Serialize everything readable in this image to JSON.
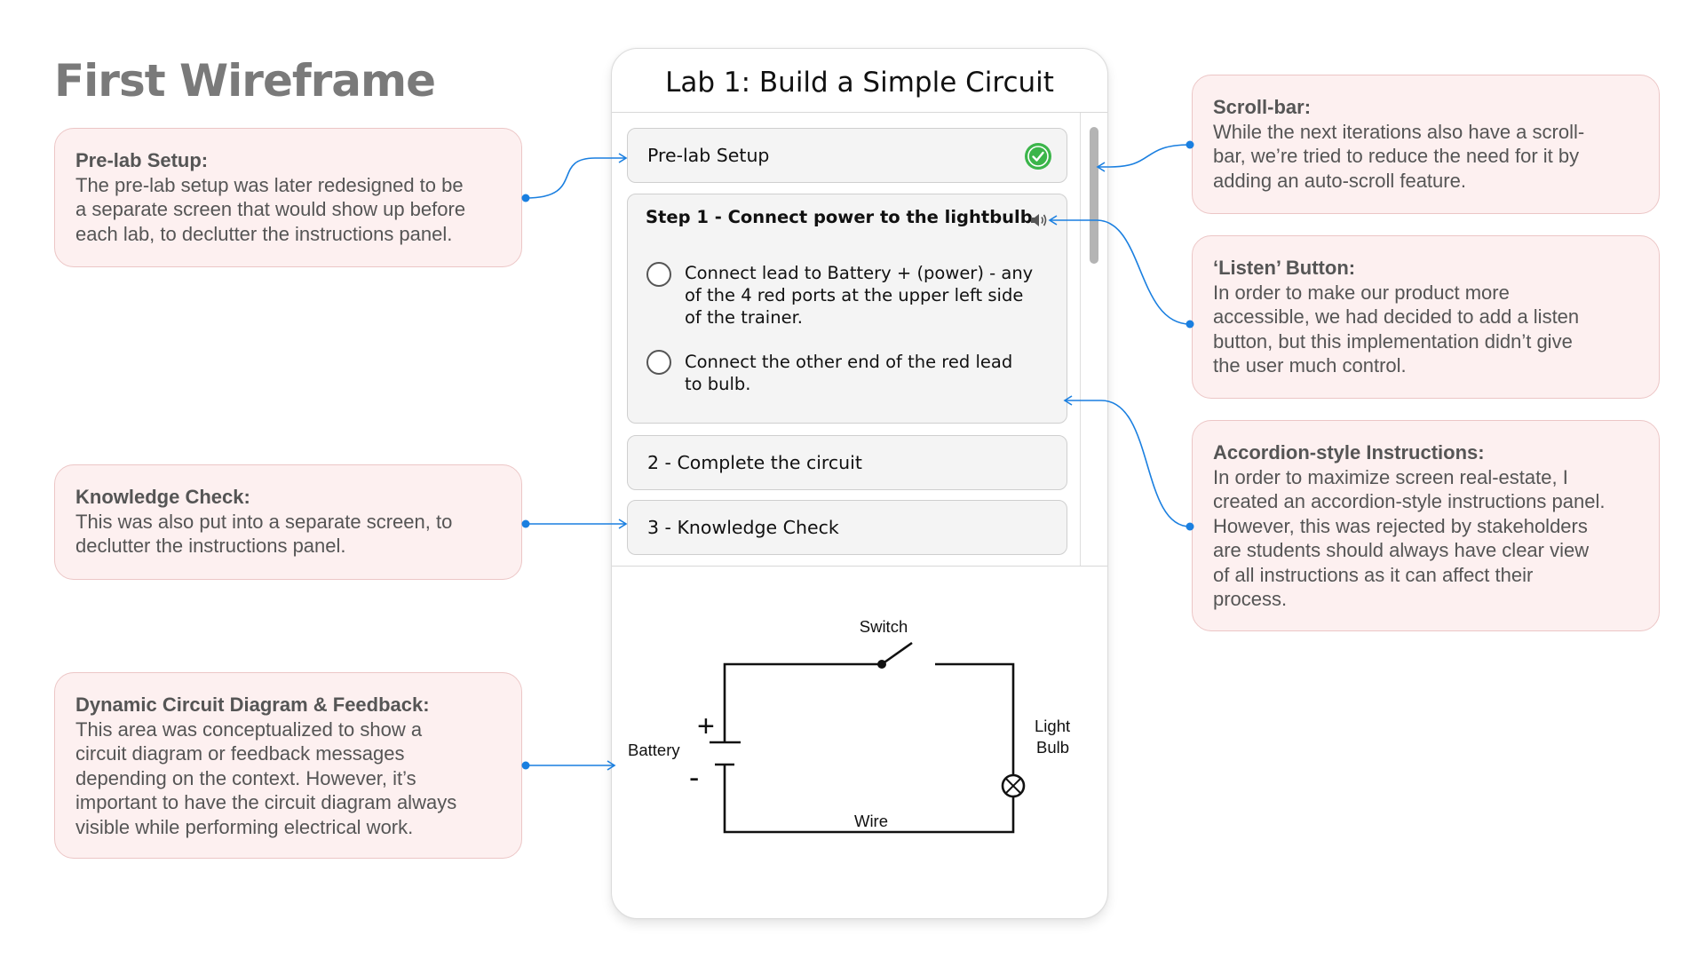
{
  "page_title": "First Wireframe",
  "phone": {
    "title": "Lab 1: Build a Simple Circuit",
    "prelab_label": "Pre-lab Setup",
    "step1": {
      "title": "Step 1 - Connect power to the lightbulb",
      "tasks": [
        {
          "l1": "Connect lead to Battery + (power) - any",
          "l2": "of the 4 red ports at the upper left side",
          "l3": "of the trainer."
        },
        {
          "l1": "Connect the other end of the red lead",
          "l2": "to bulb."
        }
      ]
    },
    "step2_label": "2 - Complete the circuit",
    "step3_label": "3 - Knowledge Check",
    "circuit": {
      "switch": "Switch",
      "battery": "Battery",
      "plus": "+",
      "minus": "-",
      "light": "Light",
      "bulb": "Bulb",
      "wire": "Wire"
    }
  },
  "notes": {
    "prelab": {
      "title": "Pre-lab Setup:",
      "lines": [
        "The pre-lab setup was later redesigned to be",
        "a separate screen that would show up before",
        "each lab, to declutter the instructions panel."
      ]
    },
    "knowledge": {
      "title": "Knowledge Check:",
      "lines": [
        "This was also put into a separate screen, to",
        "declutter the instructions panel."
      ]
    },
    "circuit": {
      "title": "Dynamic Circuit Diagram & Feedback:",
      "lines": [
        "This area was conceptualized to show a",
        "circuit diagram or feedback messages",
        "depending on the context. However, it’s",
        "important to have the circuit diagram always",
        "visible while performing electrical work."
      ]
    },
    "scrollbar": {
      "title": "Scroll-bar:",
      "lines": [
        "While the next iterations also have a scroll-",
        "bar, we’re tried to reduce the need for it by",
        "adding an auto-scroll feature."
      ]
    },
    "listen": {
      "title": "‘Listen’ Button:",
      "lines": [
        "In order to make our product more",
        "accessible, we had decided to add a listen",
        "button, but this implementation didn’t give",
        "the user much control."
      ]
    },
    "accordion": {
      "title": "Accordion-style Instructions:",
      "lines": [
        "In order to maximize screen real-estate, I",
        "created an accordion-style instructions panel.",
        "However, this was rejected by stakeholders",
        "are students should always have clear view",
        "of all instructions as it can affect their",
        "process."
      ]
    }
  },
  "colors": {
    "note_bg": "#fdf0f0",
    "note_border": "#ecc6c6",
    "arrow": "#1a7fe0",
    "check_green": "#3bb54a"
  }
}
